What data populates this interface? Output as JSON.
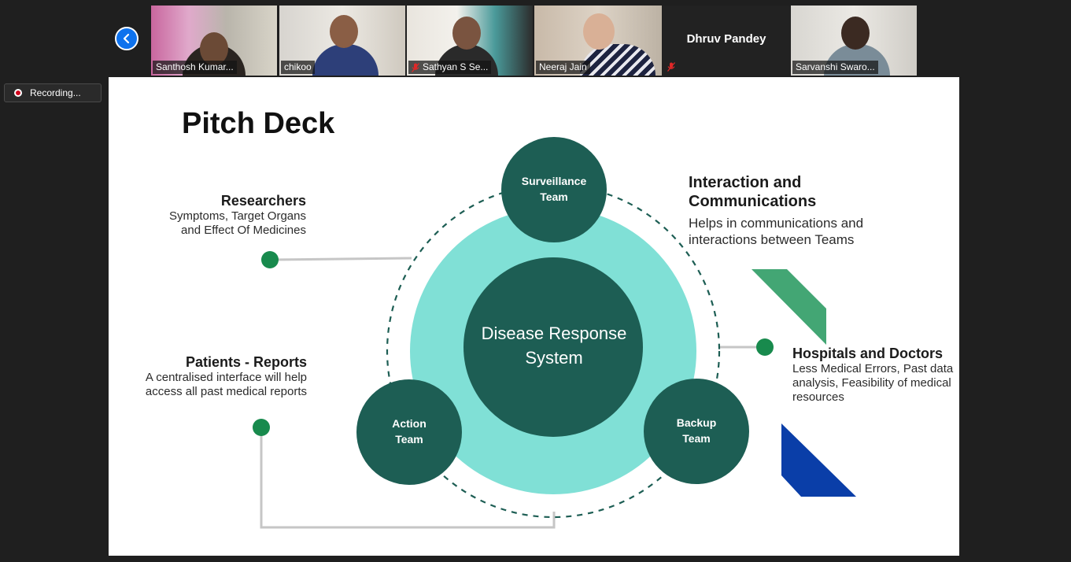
{
  "participants": [
    {
      "name": "Santhosh Kumar...",
      "muted": false
    },
    {
      "name": "chikoo",
      "muted": false
    },
    {
      "name": "Sathyan S Se...",
      "muted": true
    },
    {
      "name": "Neeraj Jain",
      "muted": false
    },
    {
      "name": "Dhruv Pandey",
      "muted": true,
      "video_off": true
    },
    {
      "name": "Sarvanshi Swaro...",
      "muted": false
    }
  ],
  "recording_label": "Recording...",
  "slide": {
    "title": "Pitch Deck",
    "center": {
      "line1": "Disease Response",
      "line2": "System"
    },
    "teams": {
      "surveillance": {
        "line1": "Surveillance",
        "line2": "Team"
      },
      "action": {
        "line1": "Action",
        "line2": "Team"
      },
      "backup": {
        "line1": "Backup",
        "line2": "Team"
      }
    },
    "researchers": {
      "heading": "Researchers",
      "line1": "Symptoms, Target Organs",
      "line2": "and Effect Of Medicines"
    },
    "patients": {
      "heading": "Patients - Reports",
      "line1": "A centralised interface will help",
      "line2": "access all past medical reports"
    },
    "interaction": {
      "heading_line1": "Interaction and",
      "heading_line2": "Communications",
      "line1": "Helps in communications and",
      "line2": "interactions between Teams"
    },
    "hospitals": {
      "heading": "Hospitals and Doctors",
      "line1": "Less Medical Errors, Past data",
      "line2": "analysis, Feasibility of medical",
      "line3": "resources"
    }
  },
  "colors": {
    "dark_teal": "#1d5e54",
    "light_teal": "#80e0d6",
    "green_dot": "#188a4d",
    "accent_green": "#43a674",
    "accent_blue": "#0a3ea8",
    "zoom_blue": "#0e72ed",
    "active_speaker": "#e8c900"
  }
}
